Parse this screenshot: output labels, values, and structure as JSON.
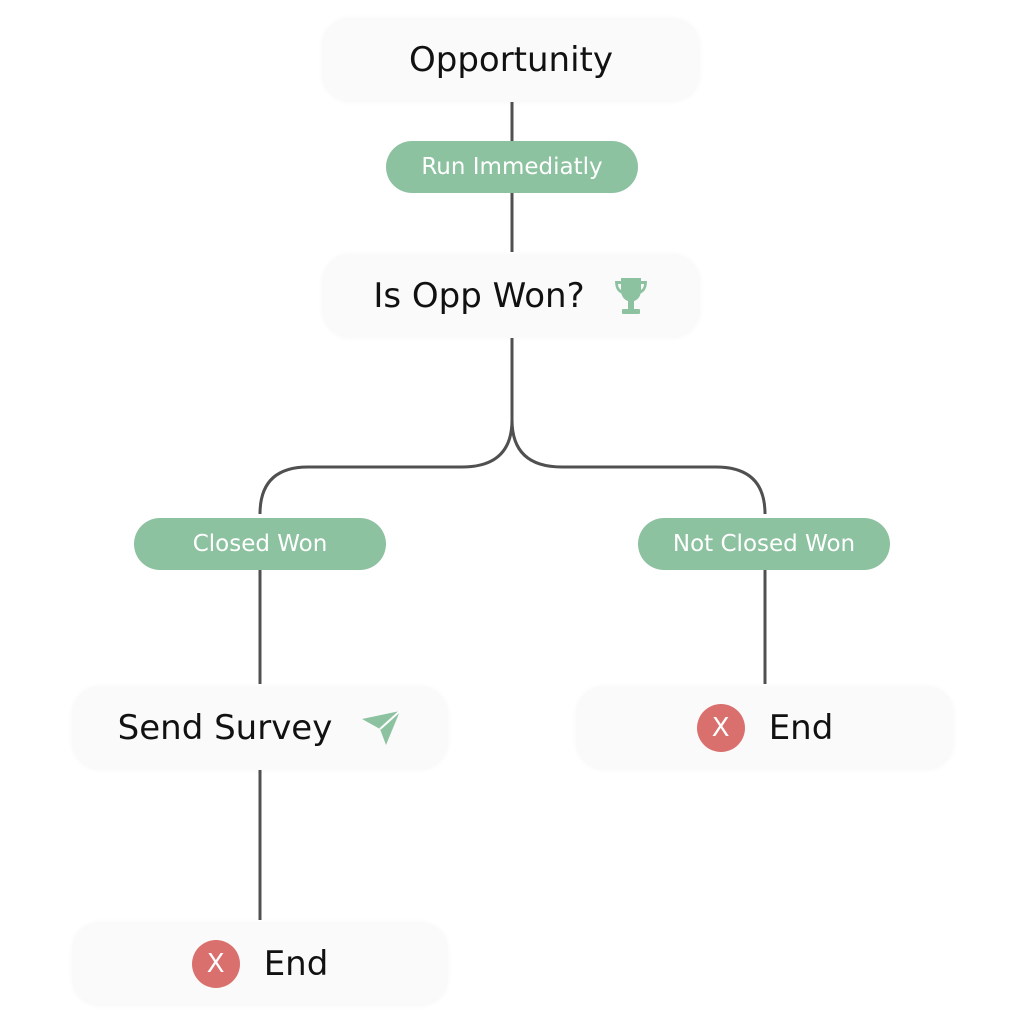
{
  "nodes": {
    "start": {
      "label": "Opportunity"
    },
    "decision": {
      "label": "Is Opp Won?",
      "icon": "trophy-icon"
    },
    "send_survey": {
      "label": "Send Survey",
      "icon": "paper-plane-icon"
    },
    "end_right": {
      "label": "End",
      "icon_text": "X"
    },
    "end_bottom": {
      "label": "End",
      "icon_text": "X"
    }
  },
  "labels": {
    "trigger": "Run Immediatly",
    "branch_yes": "Closed Won",
    "branch_no": "Not Closed Won"
  },
  "colors": {
    "pill": "#8dc2a1",
    "end": "#d9706d",
    "line": "#505050",
    "node_bg": "#fafafa"
  }
}
